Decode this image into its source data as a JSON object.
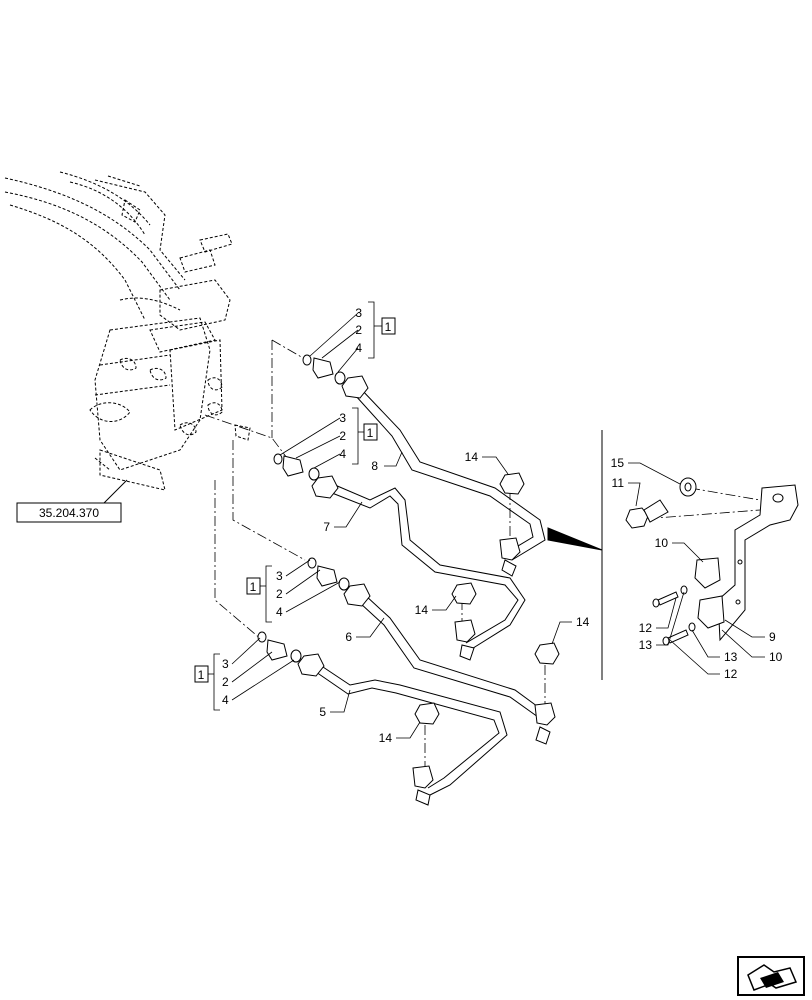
{
  "reference": "35.204.370",
  "kit_box": "1",
  "callouts": {
    "kitA": {
      "n3": "3",
      "n2": "2",
      "n4": "4"
    },
    "kitB": {
      "n3": "3",
      "n2": "2",
      "n4": "4"
    },
    "kitC": {
      "n3": "3",
      "n2": "2",
      "n4": "4"
    },
    "kitD": {
      "n3": "3",
      "n2": "2",
      "n4": "4"
    },
    "pipe5": "5",
    "pipe6": "6",
    "pipe7": "7",
    "pipe8": "8",
    "bracket9": "9",
    "clip10a": "10",
    "clip10b": "10",
    "bolt11": "11",
    "screw12a": "12",
    "screw12b": "12",
    "washer13a": "13",
    "washer13b": "13",
    "nut14a": "14",
    "nut14b": "14",
    "nut14c": "14",
    "nut14d": "14",
    "washer15": "15"
  },
  "icons": {
    "nav": "next-page-arrow-icon"
  }
}
